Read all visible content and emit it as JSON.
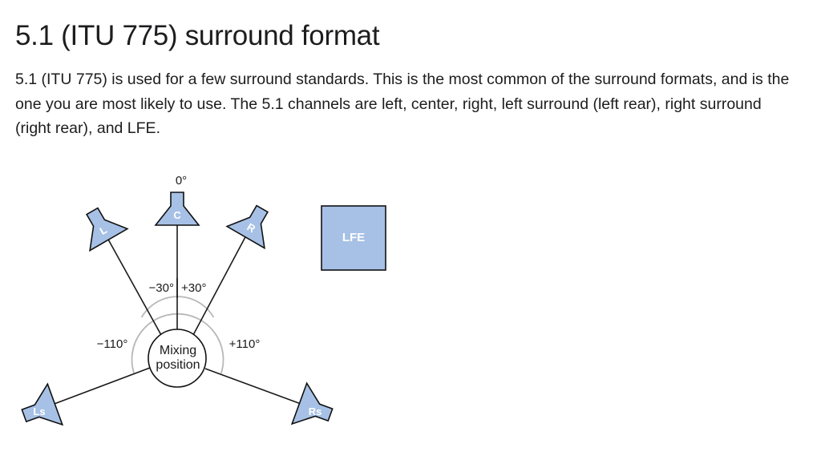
{
  "heading": {
    "title": "5.1 (ITU 775) surround format"
  },
  "intro": {
    "text": "5.1 (ITU 775) is used for a few surround standards. This is the most common of the surround formats, and is the one you are most likely to use. The 5.1 channels are left, center, right, left surround (left rear), right surround (right rear), and LFE."
  },
  "diagram": {
    "angles": {
      "top": "0°",
      "left_front": "−30°",
      "right_front": "+30°",
      "left_surround": "−110°",
      "right_surround": "+110°"
    },
    "speakers": {
      "center": "C",
      "left": "L",
      "right": "R",
      "left_surround": "Ls",
      "right_surround": "Rs"
    },
    "mixing_position": {
      "line1": "Mixing",
      "line2": "position"
    },
    "lfe": "LFE",
    "colors": {
      "speaker_fill": "#a7c1e6",
      "outline": "#111111",
      "arc": "#b8b8b8"
    }
  }
}
